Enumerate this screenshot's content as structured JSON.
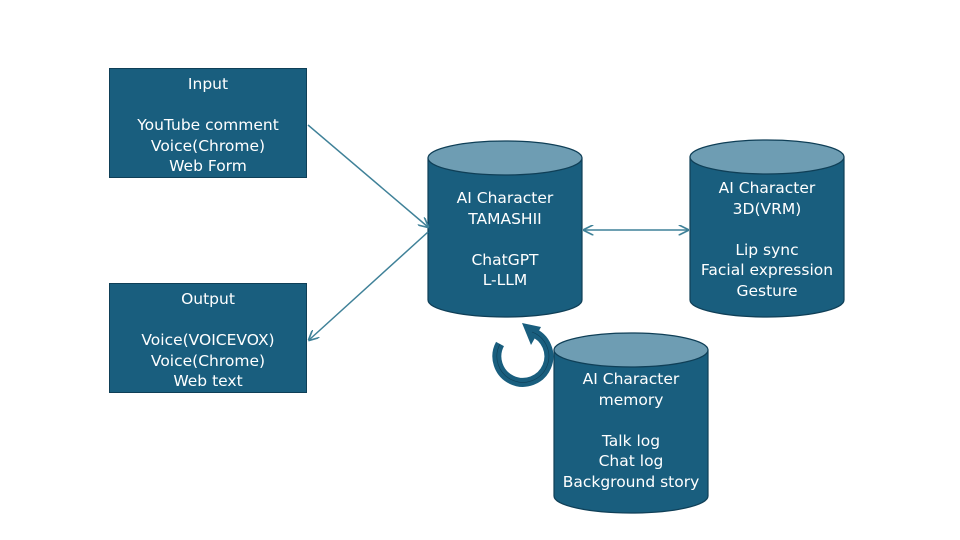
{
  "input_box": {
    "title": "Input",
    "items": [
      "YouTube comment",
      "Voice(Chrome)",
      "Web Form"
    ]
  },
  "output_box": {
    "title": "Output",
    "items": [
      "Voice(VOICEVOX)",
      "Voice(Chrome)",
      "Web text"
    ]
  },
  "core": {
    "lines_top": [
      "AI Character",
      "TAMASHII"
    ],
    "lines_bottom": [
      "ChatGPT",
      "L-LLM"
    ]
  },
  "avatar": {
    "lines_top": [
      "AI Character",
      "3D(VRM)"
    ],
    "lines_bottom": [
      "Lip sync",
      "Facial expression",
      "Gesture"
    ]
  },
  "memory": {
    "lines_top": [
      "AI Character",
      "memory"
    ],
    "lines_bottom": [
      "Talk log",
      "Chat log",
      "Background story"
    ]
  },
  "colors": {
    "fill": "#195e7e",
    "cap": "#6e9db3",
    "stroke": "#0f3f57",
    "arrow": "#3f8198",
    "text": "#ffffff"
  },
  "icons": {
    "loop": "circular-arrow-icon"
  }
}
